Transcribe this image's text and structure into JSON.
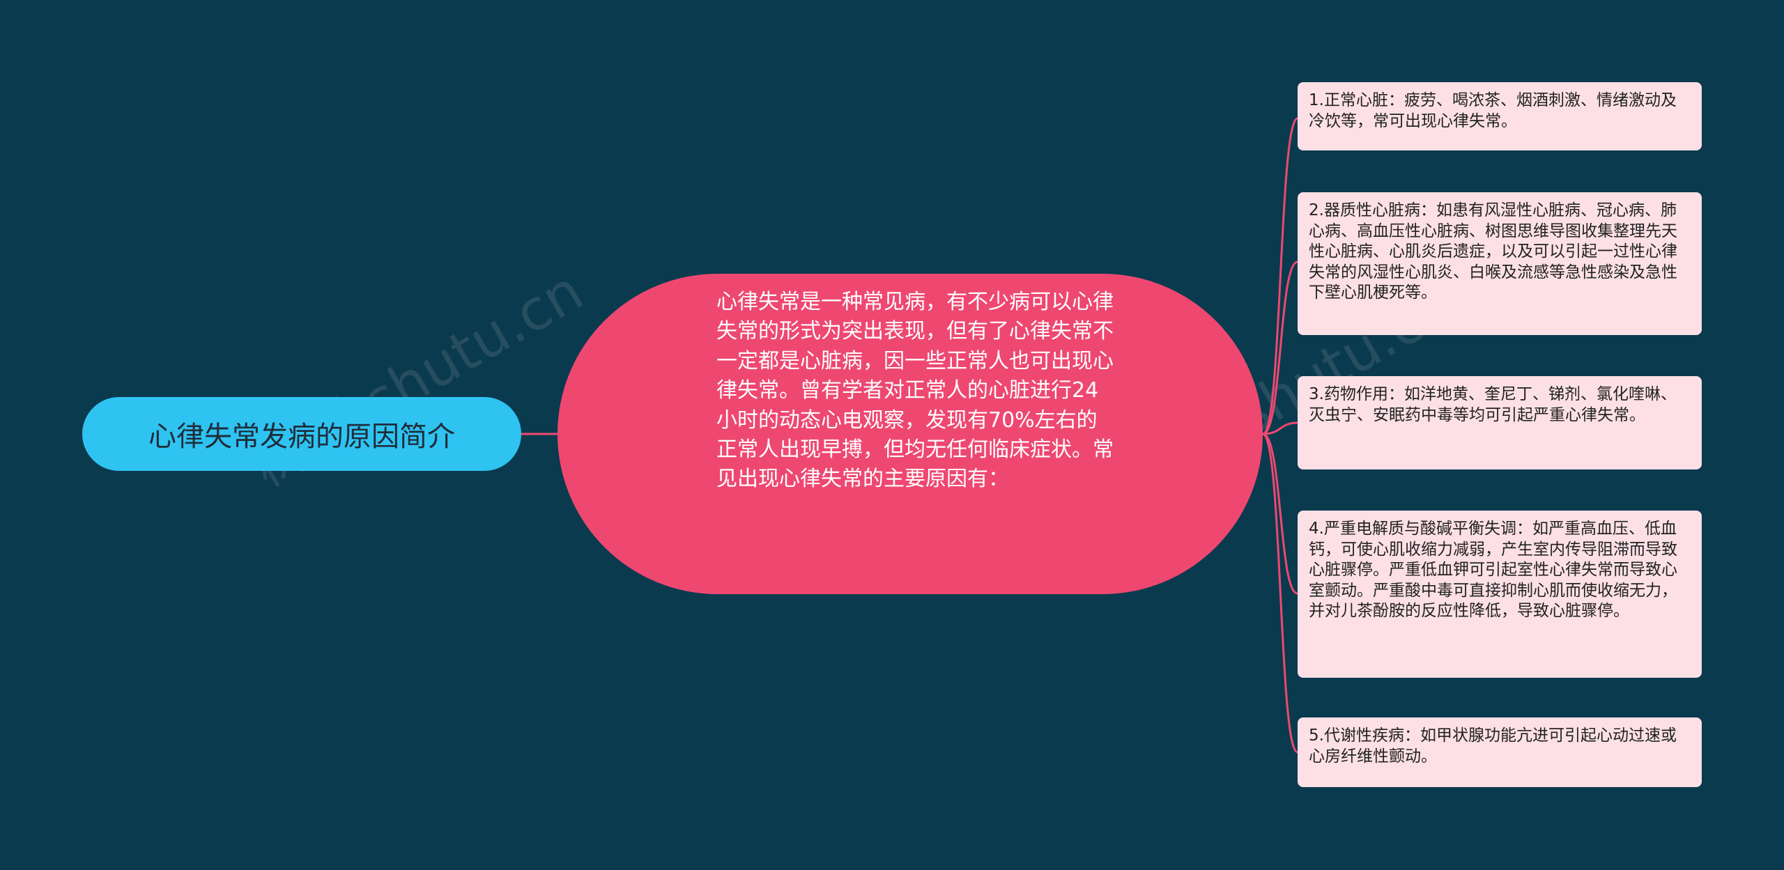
{
  "root": {
    "label": "心律失常发病的原因简介"
  },
  "center": {
    "text": "心律失常是一种常见病，有不少病可以心律失常的形式为突出表现，但有了心律失常不一定都是心脏病，因一些正常人也可出现心律失常。曾有学者对正常人的心脏进行24小时的动态心电观察，发现有70%左右的正常人出现早搏，但均无任何临床症状。常见出现心律失常的主要原因有："
  },
  "leaves": [
    {
      "text": "1.正常心脏：疲劳、喝浓茶、烟酒刺激、情绪激动及冷饮等，常可出现心律失常。"
    },
    {
      "text": "2.器质性心脏病：如患有风湿性心脏病、冠心病、肺心病、高血压性心脏病、树图思维导图收集整理先天性心脏病、心肌炎后遗症，以及可以引起一过性心律失常的风湿性心肌炎、白喉及流感等急性感染及急性下壁心肌梗死等。"
    },
    {
      "text": "3.药物作用：如洋地黄、奎尼丁、锑剂、氯化喹啉、灭虫宁、安眠药中毒等均可引起严重心律失常。"
    },
    {
      "text": "4.严重电解质与酸碱平衡失调：如严重高血压、低血钙，可使心肌收缩力减弱，产生室内传导阻滞而导致心脏骤停。严重低血钾可引起室性心律失常而导致心室颤动。严重酸中毒可直接抑制心肌而使收缩无力，并对儿茶酚胺的反应性降低，导致心脏骤停。"
    },
    {
      "text": "5.代谢性疾病：如甲状腺功能亢进可引起心动过速或心房纤维性颤动。"
    }
  ],
  "watermark": "树图 shutu.cn",
  "colors": {
    "background": "#0a3a4e",
    "root": "#2fc3f2",
    "center": "#ee4871",
    "leaf": "#fce0e6",
    "connector": "#ee4871"
  }
}
